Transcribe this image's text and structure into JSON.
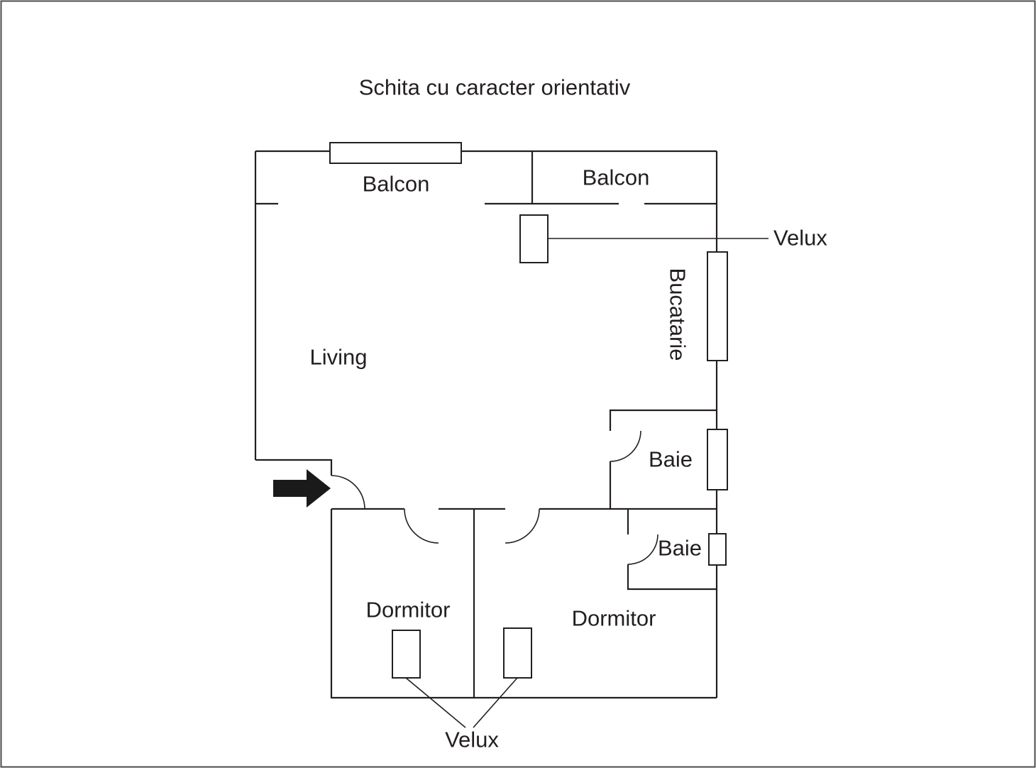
{
  "title": "Schita cu caracter orientativ",
  "rooms": {
    "balcon_left": "Balcon",
    "balcon_right": "Balcon",
    "living": "Living",
    "bucatarie": "Bucatarie",
    "baie_upper": "Baie",
    "baie_lower": "Baie",
    "dormitor_left": "Dormitor",
    "dormitor_right": "Dormitor"
  },
  "annotations": {
    "velux_top": "Velux",
    "velux_bottom": "Velux"
  },
  "colors": {
    "line": "#231f20",
    "arrow": "#1a1a1a",
    "background": "#ffffff",
    "page_border": "#4d4d4d"
  }
}
